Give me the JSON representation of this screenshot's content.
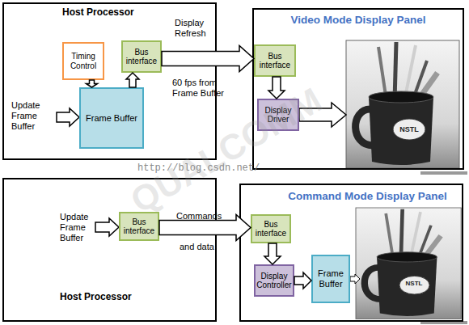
{
  "diagram": {
    "nodes": [
      {
        "text": [
          "Host Processor"
        ]
      },
      {
        "text": [
          "Timing Control"
        ],
        "in": 0
      },
      {
        "text": [
          "Bus interface"
        ],
        "in": 0
      },
      {
        "text": [
          "Frame Buffer"
        ],
        "in": 0
      },
      {
        "text": [
          "Video Mode Display Panel"
        ]
      },
      {
        "text": [
          "Bus interface"
        ],
        "in": 4
      },
      {
        "text": [
          "Display Driver"
        ],
        "in": 4
      },
      {
        "text": [
          "Host Processor"
        ]
      },
      {
        "text": [
          "Bus interface"
        ],
        "in": 7
      },
      {
        "text": [
          "Command Mode Display Panel"
        ]
      },
      {
        "text": [
          "Bus interface"
        ],
        "in": 9
      },
      {
        "text": [
          "Display Controller"
        ],
        "in": 9
      },
      {
        "text": [
          "Frame Buffer"
        ],
        "in": 9
      }
    ],
    "edges": [
      {
        "from": 1,
        "to": 3,
        "arrow": "to"
      },
      {
        "from": 3,
        "to": 2,
        "arrow": "to"
      },
      {
        "from": 2,
        "to": 5,
        "label": "Display Refresh",
        "arrow": "to"
      },
      {
        "from": 5,
        "to": 6,
        "arrow": "to"
      },
      {
        "from": 8,
        "to": 10,
        "label": "Commands",
        "arrow": "to"
      },
      {
        "from": 10,
        "to": 11,
        "arrow": "to"
      },
      {
        "from": 11,
        "to": 12,
        "arrow": "to"
      }
    ],
    "labels": [
      "Update Frame Buffer",
      "60 fps from Frame Buffer",
      "NSTL",
      "http://blog.csdn.net/",
      "QUALCOMM",
      "Update Frame Buffer",
      "and data",
      "NSTL"
    ]
  }
}
